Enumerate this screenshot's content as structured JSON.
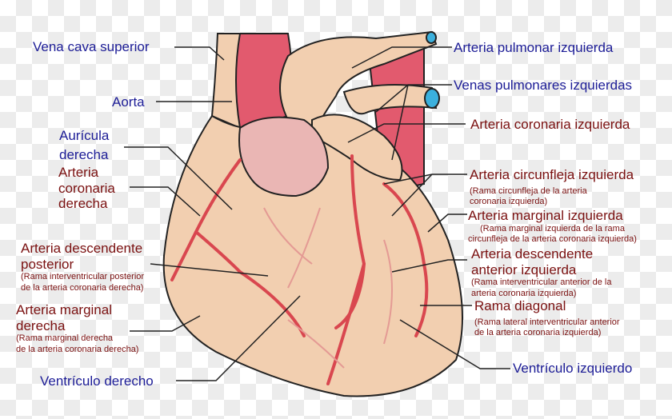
{
  "labels": {
    "vena_cava": "Vena cava superior",
    "aorta": "Aorta",
    "auricula": [
      "Aurícula",
      "derecha"
    ],
    "coronaria_derecha": [
      "Arteria",
      "coronaria",
      "derecha"
    ],
    "desc_posterior": [
      "Arteria descendente",
      "posterior"
    ],
    "desc_posterior_sub": [
      "(Rama interventricular posterior",
      "de la arteria coronaria derecha)"
    ],
    "marginal_derecha": [
      "Arteria marginal",
      "derecha"
    ],
    "marginal_derecha_sub": [
      "(Rama marginal derecha",
      "de la arteria coronaria derecha)"
    ],
    "ventriculo_derecho": "Ventrículo derecho",
    "pulmonar_izq": "Arteria pulmonar izquierda",
    "venas_pulmonares": "Venas pulmonares izquierdas",
    "coronaria_izq": "Arteria coronaria izquierda",
    "circunfleja": "Arteria circunfleja izquierda",
    "circunfleja_sub": [
      "(Rama circunfleja de la arteria",
      "coronaria izquierda)"
    ],
    "marginal_izq": "Arteria marginal izquierda",
    "marginal_izq_sub": [
      "(Rama marginal izquierda de la rama",
      "circunfleja de la arteria coronaria izquierda)"
    ],
    "desc_anterior": [
      "Arteria descendente",
      "anterior izquierda"
    ],
    "desc_anterior_sub": [
      "(Rama interventricular anterior de la",
      "arteria coronaria izquierda)"
    ],
    "diagonal": "Rama diagonal",
    "diagonal_sub": [
      "(Rama lateral interventricular anterior",
      "de la arteria coronaria izquierda)"
    ],
    "ventriculo_izq": "Ventrículo izquierdo"
  },
  "colors": {
    "label_blue": "#1c1c96",
    "label_red": "#7a1010",
    "tissue": "#f2cfb0",
    "artery": "#d9474f",
    "aorta": "#e25a6e"
  }
}
